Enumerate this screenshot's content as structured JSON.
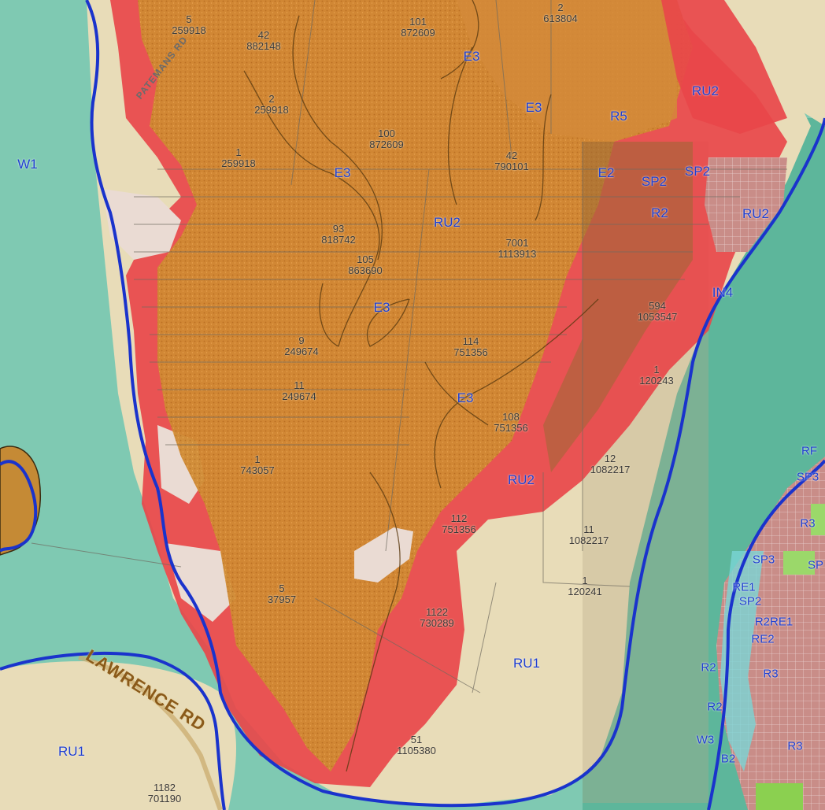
{
  "map": {
    "zones": [
      {
        "id": "w1",
        "label": "W1"
      },
      {
        "id": "ru2-top",
        "label": "RU2"
      },
      {
        "id": "e3-a",
        "label": "E3"
      },
      {
        "id": "e3-b",
        "label": "E3"
      },
      {
        "id": "r5",
        "label": "R5"
      },
      {
        "id": "e3-c",
        "label": "E3"
      },
      {
        "id": "e2",
        "label": "E2"
      },
      {
        "id": "sp2-a",
        "label": "SP2"
      },
      {
        "id": "sp2-b",
        "label": "SP2"
      },
      {
        "id": "ru2-mid",
        "label": "RU2"
      },
      {
        "id": "r2-a",
        "label": "R2"
      },
      {
        "id": "ru2-right",
        "label": "RU2"
      },
      {
        "id": "in4",
        "label": "IN4"
      },
      {
        "id": "e3-d",
        "label": "E3"
      },
      {
        "id": "e3-e",
        "label": "E3"
      },
      {
        "id": "ru2-low",
        "label": "RU2"
      },
      {
        "id": "ru1-a",
        "label": "RU1"
      },
      {
        "id": "ru1-b",
        "label": "RU1"
      },
      {
        "id": "r3-a",
        "label": "R3"
      },
      {
        "id": "sp3-a",
        "label": "SP3"
      },
      {
        "id": "sp-a",
        "label": "SP"
      },
      {
        "id": "re1-a",
        "label": "RE1"
      },
      {
        "id": "sp2-c",
        "label": "SP2"
      },
      {
        "id": "r2re1",
        "label": "R2RE1"
      },
      {
        "id": "re2",
        "label": "RE2"
      },
      {
        "id": "r2-b",
        "label": "R2"
      },
      {
        "id": "r3-b",
        "label": "R3"
      },
      {
        "id": "r2-c",
        "label": "R2"
      },
      {
        "id": "w3",
        "label": "W3"
      },
      {
        "id": "r3-c",
        "label": "R3"
      },
      {
        "id": "b2",
        "label": "B2"
      },
      {
        "id": "rf",
        "label": "RF"
      },
      {
        "id": "sp3-b",
        "label": "SP3"
      }
    ],
    "lots": [
      {
        "id": "l1",
        "lot": "5",
        "dp": "259918"
      },
      {
        "id": "l2",
        "lot": "42",
        "dp": "882148"
      },
      {
        "id": "l3",
        "lot": "101",
        "dp": "872609"
      },
      {
        "id": "l4",
        "lot": "2",
        "dp": "613804"
      },
      {
        "id": "l5",
        "lot": "2",
        "dp": "259918"
      },
      {
        "id": "l6",
        "lot": "100",
        "dp": "872609"
      },
      {
        "id": "l7",
        "lot": "1",
        "dp": "259918"
      },
      {
        "id": "l8",
        "lot": "42",
        "dp": "790101"
      },
      {
        "id": "l9",
        "lot": "93",
        "dp": "818742"
      },
      {
        "id": "l10",
        "lot": "105",
        "dp": "863690"
      },
      {
        "id": "l11",
        "lot": "7001",
        "dp": "1113913"
      },
      {
        "id": "l12",
        "lot": "594",
        "dp": "1053547"
      },
      {
        "id": "l13",
        "lot": "9",
        "dp": "249674"
      },
      {
        "id": "l14",
        "lot": "114",
        "dp": "751356"
      },
      {
        "id": "l15",
        "lot": "1",
        "dp": "120243"
      },
      {
        "id": "l16",
        "lot": "11",
        "dp": "249674"
      },
      {
        "id": "l17",
        "lot": "108",
        "dp": "751356"
      },
      {
        "id": "l18",
        "lot": "1",
        "dp": "743057"
      },
      {
        "id": "l19",
        "lot": "12",
        "dp": "1082217"
      },
      {
        "id": "l20",
        "lot": "112",
        "dp": "751356"
      },
      {
        "id": "l21",
        "lot": "11",
        "dp": "1082217"
      },
      {
        "id": "l22",
        "lot": "1",
        "dp": "120241"
      },
      {
        "id": "l23",
        "lot": "5",
        "dp": "37957"
      },
      {
        "id": "l24",
        "lot": "1122",
        "dp": "730289"
      },
      {
        "id": "l25",
        "lot": "51",
        "dp": "1105380"
      },
      {
        "id": "l26",
        "lot": "1182",
        "dp": "701190"
      }
    ],
    "roads": [
      {
        "id": "patemans",
        "label": "PATEMANS RD"
      },
      {
        "id": "lawrence",
        "label": "LAWRENCE RD"
      }
    ],
    "colors": {
      "water": "#7fc9b2",
      "rural": "#e8dcb8",
      "bushfire_buffer": "#e8474a",
      "bushfire_vegetation": "#d4882e",
      "residential": "#c98d88",
      "zone_boundary": "#1a33cc",
      "zone_label": "#1f3fd0"
    }
  }
}
